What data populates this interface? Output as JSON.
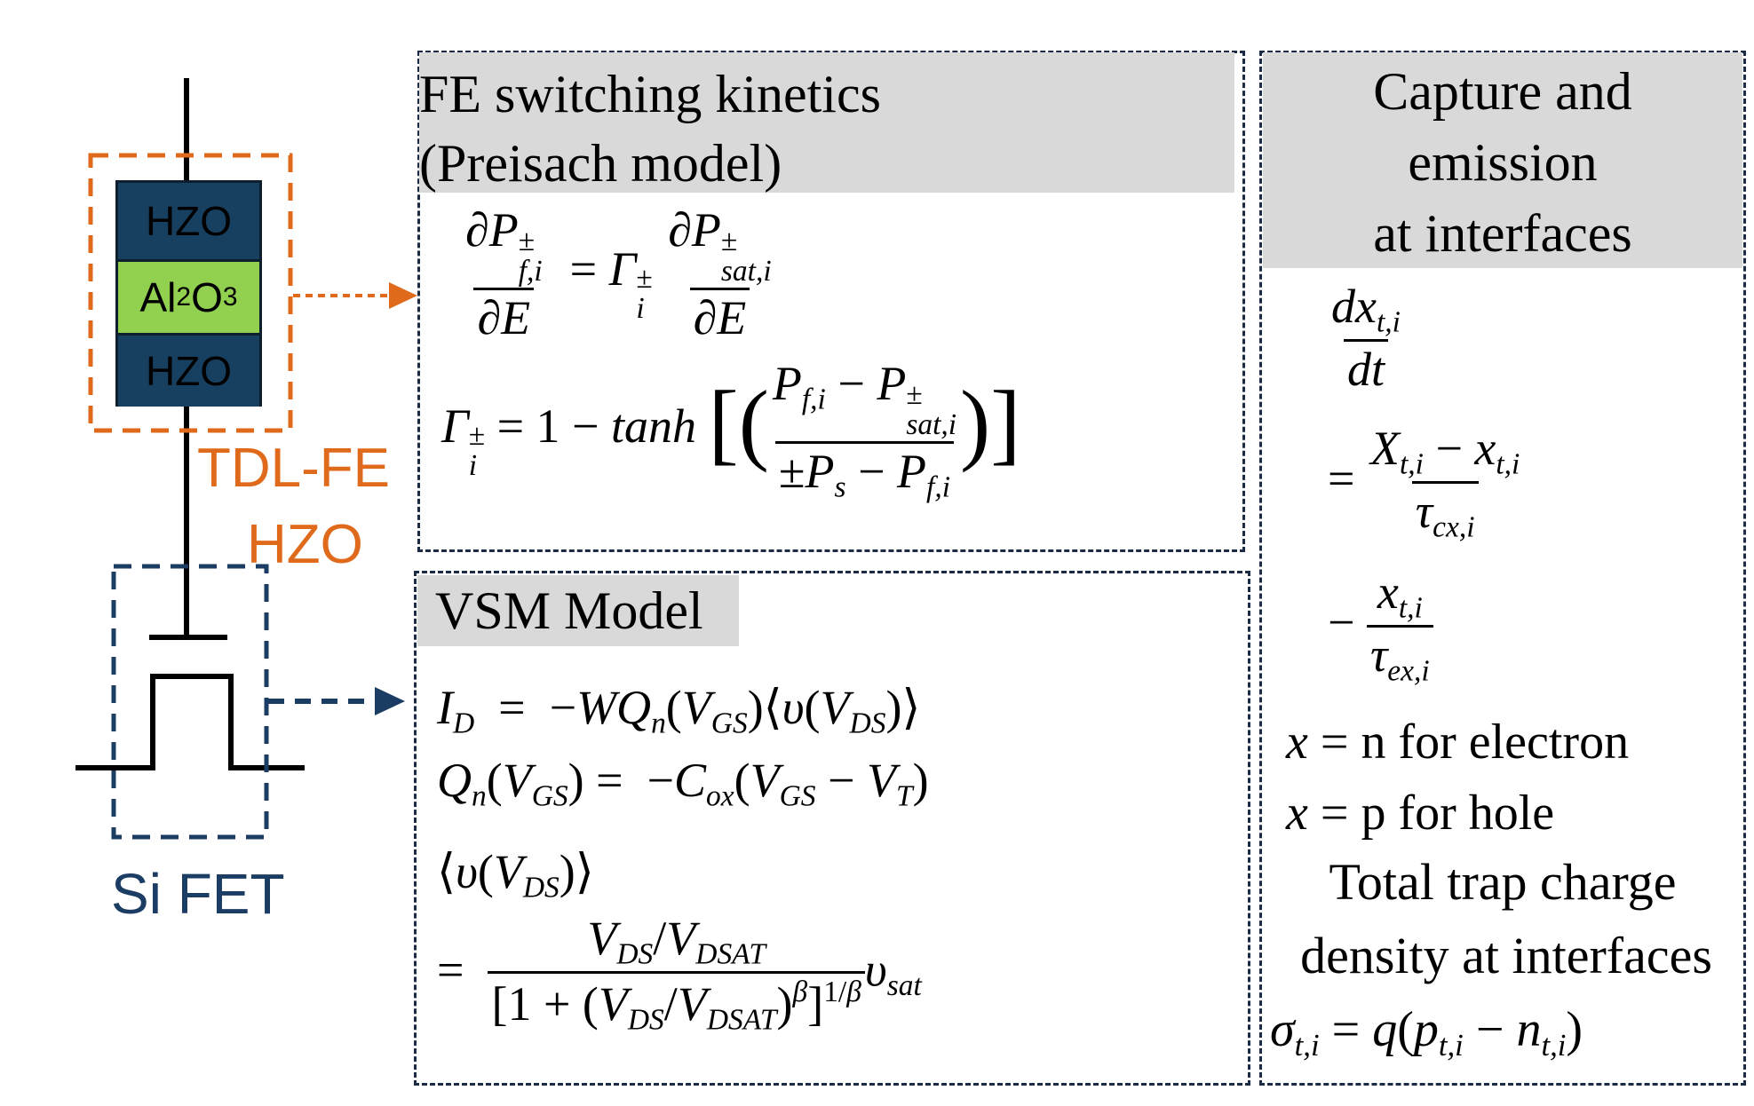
{
  "device": {
    "layers": [
      "HZO",
      "Al2O3",
      "HZO"
    ],
    "tdl_label_line1": "TDL-FE",
    "tdl_label_line2": "HZO",
    "fet_label": "Si FET",
    "colors": {
      "orange": "#e06a1b",
      "navy": "#1b3d63",
      "layer_dark": "#173f5f",
      "layer_green": "#92d050"
    }
  },
  "fe_panel": {
    "title_line1": "FE switching kinetics",
    "title_line2": "(Preisach model)"
  },
  "vsm_panel": {
    "title": "VSM Model"
  },
  "trap_panel": {
    "title_line1": "Capture and",
    "title_line2": "emission",
    "title_line3": "at interfaces",
    "x_n_text": "n for electron",
    "x_p_text": "p for hole",
    "total_line1": "Total trap charge",
    "total_line2": "density at interfaces"
  }
}
